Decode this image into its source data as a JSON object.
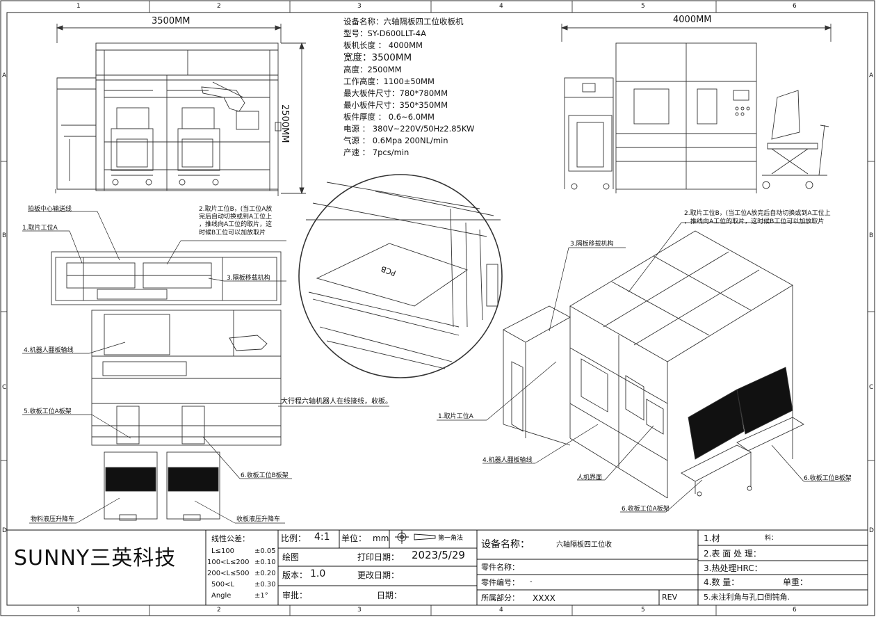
{
  "grid": {
    "columns": [
      "1",
      "2",
      "3",
      "4",
      "5",
      "6"
    ],
    "rows": [
      "A",
      "B",
      "C",
      "D"
    ]
  },
  "dims": {
    "front_width": "3500MM",
    "front_height": "2500MM",
    "side_width": "4000MM"
  },
  "specs": [
    "设备名称：六轴隔板四工位收板机",
    "型号：SY-D600LLT-4A",
    "板机长度 ： 4000MM",
    "宽度：3500MM",
    "高度：2500MM",
    "工作高度：1100±50MM",
    "最大板件尺寸：780*780MM",
    "最小板件尺寸：350*350MM",
    "板件厚度 ： 0.6~6.0MM",
    "电源 ： 380V~220V/50Hz2.85KW",
    "气源 ： 0.6Mpa 200NL/min",
    "产速 ： 7pcs/min"
  ],
  "callouts": {
    "center_line": "拍板中心输送线",
    "plan_a": "1.取片工位A",
    "plan_b_1": "2.取片工位B，(当工位A放",
    "plan_b_2": "完后自动切换或到A工位上",
    "plan_b_3": "，推线向A工位的取片，这",
    "plan_b_4": "时候B工位可以加放取片",
    "plan_transfer": "3.隔板移载机构",
    "plan_robot": "4.机器人翻板输线",
    "plan_rack_a": "5.收板工位A板架",
    "plan_rack_b": "6.收板工位B板架",
    "cart_left": "物料液压升降车",
    "cart_right": "收板液压升降车",
    "pcb": "PCB",
    "robot_note": "大行程六轴机器人在线接线，收板。",
    "iso_b_1": "2.取片工位B，(当工位A放完后自动切换或到A工位上",
    "iso_b_2": "，推线向A工位的取片，这时候B工位可以加放取片",
    "iso_transfer": "3.隔板移载机构",
    "iso_a": "1.取片工位A",
    "iso_robot": "4.机器人翻板输线",
    "iso_hmi": "人机界面",
    "iso_rack_a": "6.收板工位A板架",
    "iso_rack_b": "6.收板工位B板架"
  },
  "title_block": {
    "company": "SUNNY三英科技",
    "tol_title": "线性公差：",
    "tolerances": [
      [
        "L≤100",
        "±0.05"
      ],
      [
        "100<L≤200",
        "±0.10"
      ],
      [
        "200<L≤500",
        "±0.20"
      ],
      [
        "500<L",
        "±0.30"
      ],
      [
        "Angle",
        "±1°"
      ]
    ],
    "scale_label": "比例：",
    "scale": "4:1",
    "unit_label": "单位：",
    "unit": "mm",
    "projection": "第一角法",
    "drawn_label": "绘图",
    "print_date_label": "打印日期：",
    "print_date": "2023/5/29",
    "version_label": "版本：",
    "version": "1.0",
    "change_date_label": "更改日期：",
    "review_label": "审批：",
    "date_label": "日期：",
    "device_name_label": "设备名称：",
    "device_name": "六轴隔板四工位收",
    "part_name_label": "零件名称：",
    "part_no_label": "零件编号：",
    "part_no": "-",
    "dept_label": "所属部分：",
    "dept": "XXXX",
    "rev": "REV",
    "material_label": "1.材",
    "material_suffix": "料：",
    "surface_label": "2.表 面 处 理：",
    "heat_label": "3.热处理HRC：",
    "qty_label": "4.数 量：",
    "weight_label": "单重：",
    "note": "5.未注利角与孔口倒钝角."
  }
}
